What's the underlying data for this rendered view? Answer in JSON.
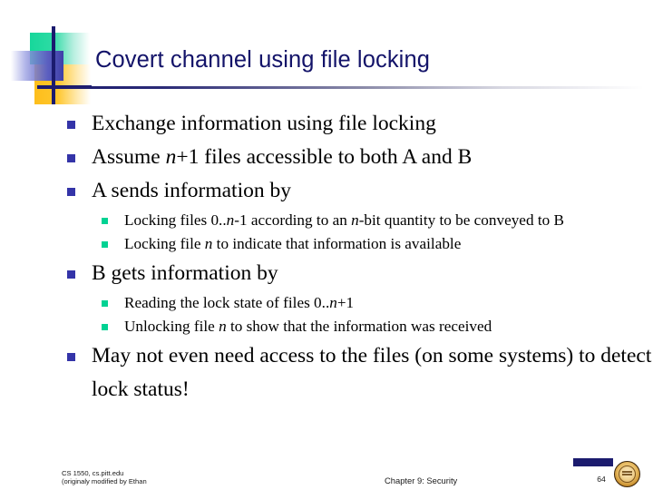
{
  "slide": {
    "title": "Covert channel using file locking",
    "bullets": [
      {
        "level": 1,
        "text": "Exchange information using file locking",
        "html": "Exchange information using file locking"
      },
      {
        "level": 1,
        "text": "Assume n+1 files accessible to both A and B",
        "html": "Assume <span class=\"mi\">n</span>+1 files accessible to both A and B"
      },
      {
        "level": 1,
        "text": "A sends information by",
        "html": "A sends information by"
      },
      {
        "level": 2,
        "text": "Locking files 0..n-1 according to an n-bit quantity to be conveyed to B",
        "html": "Locking files 0..<span class=\"mi\">n</span>-1 according to an <span class=\"mi\">n</span>-bit quantity to be conveyed to B"
      },
      {
        "level": 2,
        "text": "Locking file n to indicate that information is available",
        "html": "Locking file <span class=\"mi\">n</span> to indicate that information is available"
      },
      {
        "level": 1,
        "text": "B gets information by",
        "html": "B gets information by"
      },
      {
        "level": 2,
        "text": "Reading the lock state of files 0..n+1",
        "html": "Reading the lock state of files 0..<span class=\"mi\">n</span>+1"
      },
      {
        "level": 2,
        "text": "Unlocking file n to show that the information was received",
        "html": "Unlocking file <span class=\"mi\">n</span> to show that the information was received"
      },
      {
        "level": 1,
        "text": "May not even need access to the files (on some systems) to detect lock status!",
        "html": "May not even need access to the files (on some systems) to detect lock status!"
      }
    ]
  },
  "footer": {
    "left_line1": "CS 1550, cs.pitt.edu",
    "left_line2": "(originaly modified by Ethan",
    "center": "Chapter 9: Security",
    "page_number": "64"
  },
  "decor": {
    "green_square": "green-square",
    "yellow_square": "yellow-square",
    "blue_square": "blue-square",
    "vertical_line": "vertical-line",
    "horizontal_line": "horizontal-line",
    "seal": "university-seal"
  },
  "colors": {
    "title": "#131369",
    "bullet_level1": "#3434a8",
    "bullet_level2": "#00d293",
    "rule_start": "#1b1b6e",
    "deco_green": "#2ddba4",
    "deco_yellow": "#ffc62b",
    "deco_blue": "#5b5fc0",
    "seal_gold": "#e8bd66",
    "background": "#ffffff"
  }
}
